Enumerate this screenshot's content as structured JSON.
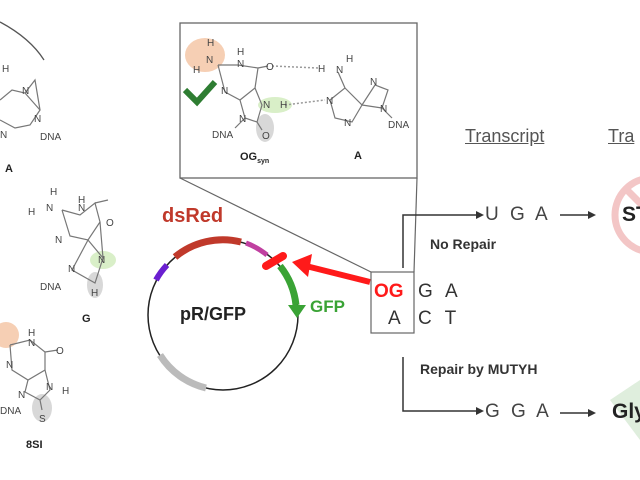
{
  "molecules": {
    "a_left": {
      "label": "A",
      "atoms": [
        "H",
        "N",
        "N",
        "N",
        "DNA"
      ]
    },
    "g": {
      "label": "G",
      "atoms": [
        "H",
        "N",
        "H",
        "N",
        "H",
        "O",
        "N",
        "N",
        "N",
        "DNA",
        "H"
      ]
    },
    "si": {
      "label": "8SI",
      "atoms": [
        "H",
        "N",
        "O",
        "N",
        "N",
        "H",
        "N",
        "DNA",
        "S"
      ]
    }
  },
  "inset": {
    "og_label": "OG",
    "og_subscript": "syn",
    "a_label": "A",
    "og_atoms": [
      "H",
      "N",
      "H",
      "H",
      "N",
      "O",
      "N",
      "N",
      "H",
      "N",
      "O",
      "DNA"
    ],
    "a_atoms": [
      "H",
      "N",
      "H",
      "N",
      "N",
      "N",
      "N",
      "DNA"
    ]
  },
  "plasmid": {
    "name": "pR/GFP",
    "dsred_label": "dsRed",
    "gfp_label": "GFP",
    "colors": {
      "dsred": "#c0392b",
      "gfp": "#3aa335",
      "magenta": "#c040a0",
      "purple": "#6a1fd0",
      "gray": "#bbbbbb",
      "site": "#ff1a1a"
    }
  },
  "duplex": {
    "top": {
      "lesion": "OG",
      "rest": "G A"
    },
    "bottom": {
      "paired": "A",
      "rest": "C T"
    }
  },
  "headers": {
    "transcript": "Transcript",
    "translation": "Tra"
  },
  "no_repair": {
    "label": "No Repair",
    "transcript": "U G A",
    "result": "ST"
  },
  "repair": {
    "label": "Repair by MUTYH",
    "transcript": "G G A",
    "result": "Gly"
  }
}
